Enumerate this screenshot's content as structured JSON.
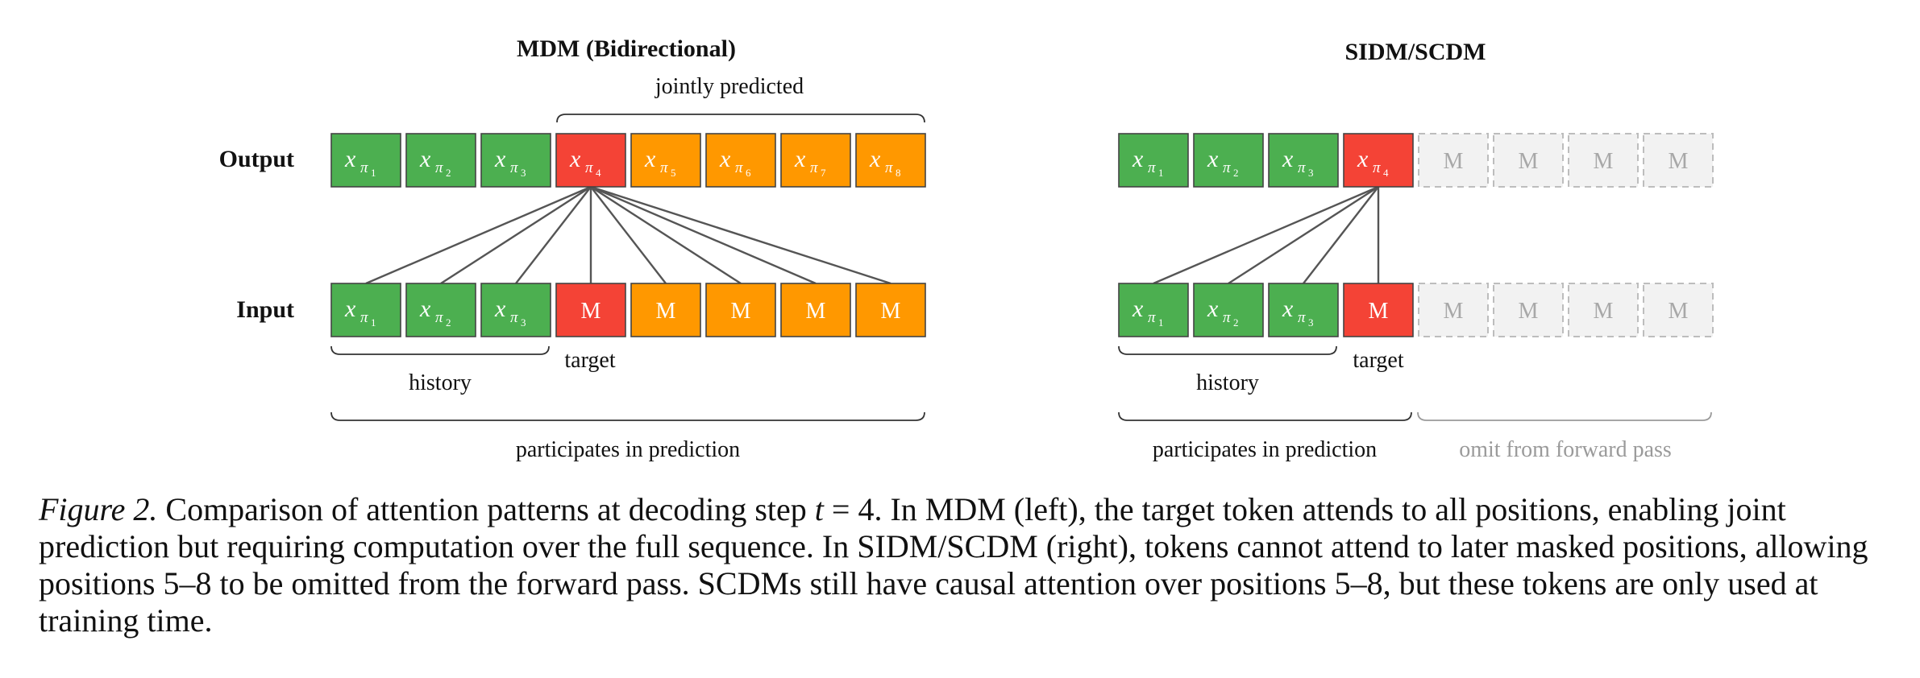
{
  "left_panel": {
    "title": "MDM (Bidirectional)",
    "row_labels": {
      "output": "Output",
      "input": "Input"
    },
    "output_tokens": [
      {
        "base": "x",
        "sub": "π",
        "index": "1",
        "role": "history"
      },
      {
        "base": "x",
        "sub": "π",
        "index": "2",
        "role": "history"
      },
      {
        "base": "x",
        "sub": "π",
        "index": "3",
        "role": "history"
      },
      {
        "base": "x",
        "sub": "π",
        "index": "4",
        "role": "target"
      },
      {
        "base": "x",
        "sub": "π",
        "index": "5",
        "role": "joint"
      },
      {
        "base": "x",
        "sub": "π",
        "index": "6",
        "role": "joint"
      },
      {
        "base": "x",
        "sub": "π",
        "index": "7",
        "role": "joint"
      },
      {
        "base": "x",
        "sub": "π",
        "index": "8",
        "role": "joint"
      }
    ],
    "input_tokens": [
      {
        "base": "x",
        "sub": "π",
        "index": "1",
        "role": "history"
      },
      {
        "base": "x",
        "sub": "π",
        "index": "2",
        "role": "history"
      },
      {
        "base": "x",
        "sub": "π",
        "index": "3",
        "role": "history"
      },
      {
        "mask": "M",
        "role": "target"
      },
      {
        "mask": "M",
        "role": "joint"
      },
      {
        "mask": "M",
        "role": "joint"
      },
      {
        "mask": "M",
        "role": "joint"
      },
      {
        "mask": "M",
        "role": "joint"
      }
    ],
    "attends_from_input": [
      1,
      2,
      3,
      4,
      5,
      6,
      7,
      8
    ],
    "annotations": {
      "jointly_predicted": "jointly predicted",
      "history": "history",
      "target": "target",
      "participates": "participates in prediction"
    }
  },
  "right_panel": {
    "title": "SIDM/SCDM",
    "output_tokens": [
      {
        "base": "x",
        "sub": "π",
        "index": "1",
        "role": "history"
      },
      {
        "base": "x",
        "sub": "π",
        "index": "2",
        "role": "history"
      },
      {
        "base": "x",
        "sub": "π",
        "index": "3",
        "role": "history"
      },
      {
        "base": "x",
        "sub": "π",
        "index": "4",
        "role": "target"
      },
      {
        "mask": "M",
        "role": "omitted"
      },
      {
        "mask": "M",
        "role": "omitted"
      },
      {
        "mask": "M",
        "role": "omitted"
      },
      {
        "mask": "M",
        "role": "omitted"
      }
    ],
    "input_tokens": [
      {
        "base": "x",
        "sub": "π",
        "index": "1",
        "role": "history"
      },
      {
        "base": "x",
        "sub": "π",
        "index": "2",
        "role": "history"
      },
      {
        "base": "x",
        "sub": "π",
        "index": "3",
        "role": "history"
      },
      {
        "mask": "M",
        "role": "target"
      },
      {
        "mask": "M",
        "role": "omitted"
      },
      {
        "mask": "M",
        "role": "omitted"
      },
      {
        "mask": "M",
        "role": "omitted"
      },
      {
        "mask": "M",
        "role": "omitted"
      }
    ],
    "attends_from_input": [
      1,
      2,
      3,
      4
    ],
    "annotations": {
      "history": "history",
      "target": "target",
      "participates": "participates in prediction",
      "omit": "omit from forward pass"
    }
  },
  "colors": {
    "history": "#4caf50",
    "target": "#f44336",
    "joint": "#ff9800",
    "omitted_fill": "#f2f2f2",
    "omitted_stroke": "#bdbdbd",
    "border": "#444444"
  },
  "caption": {
    "label": "Figure 2.",
    "part1": " Comparison of attention patterns at decoding step ",
    "math": "t",
    "part2": " = 4. In MDM (left), the target token attends to all positions, enabling joint prediction but requiring computation over the full sequence. In SIDM/SCDM (right), tokens cannot attend to later masked positions, allowing positions 5–8 to be omitted from the forward pass. SCDMs still have causal attention over positions 5–8, but these tokens are only used at training time."
  }
}
